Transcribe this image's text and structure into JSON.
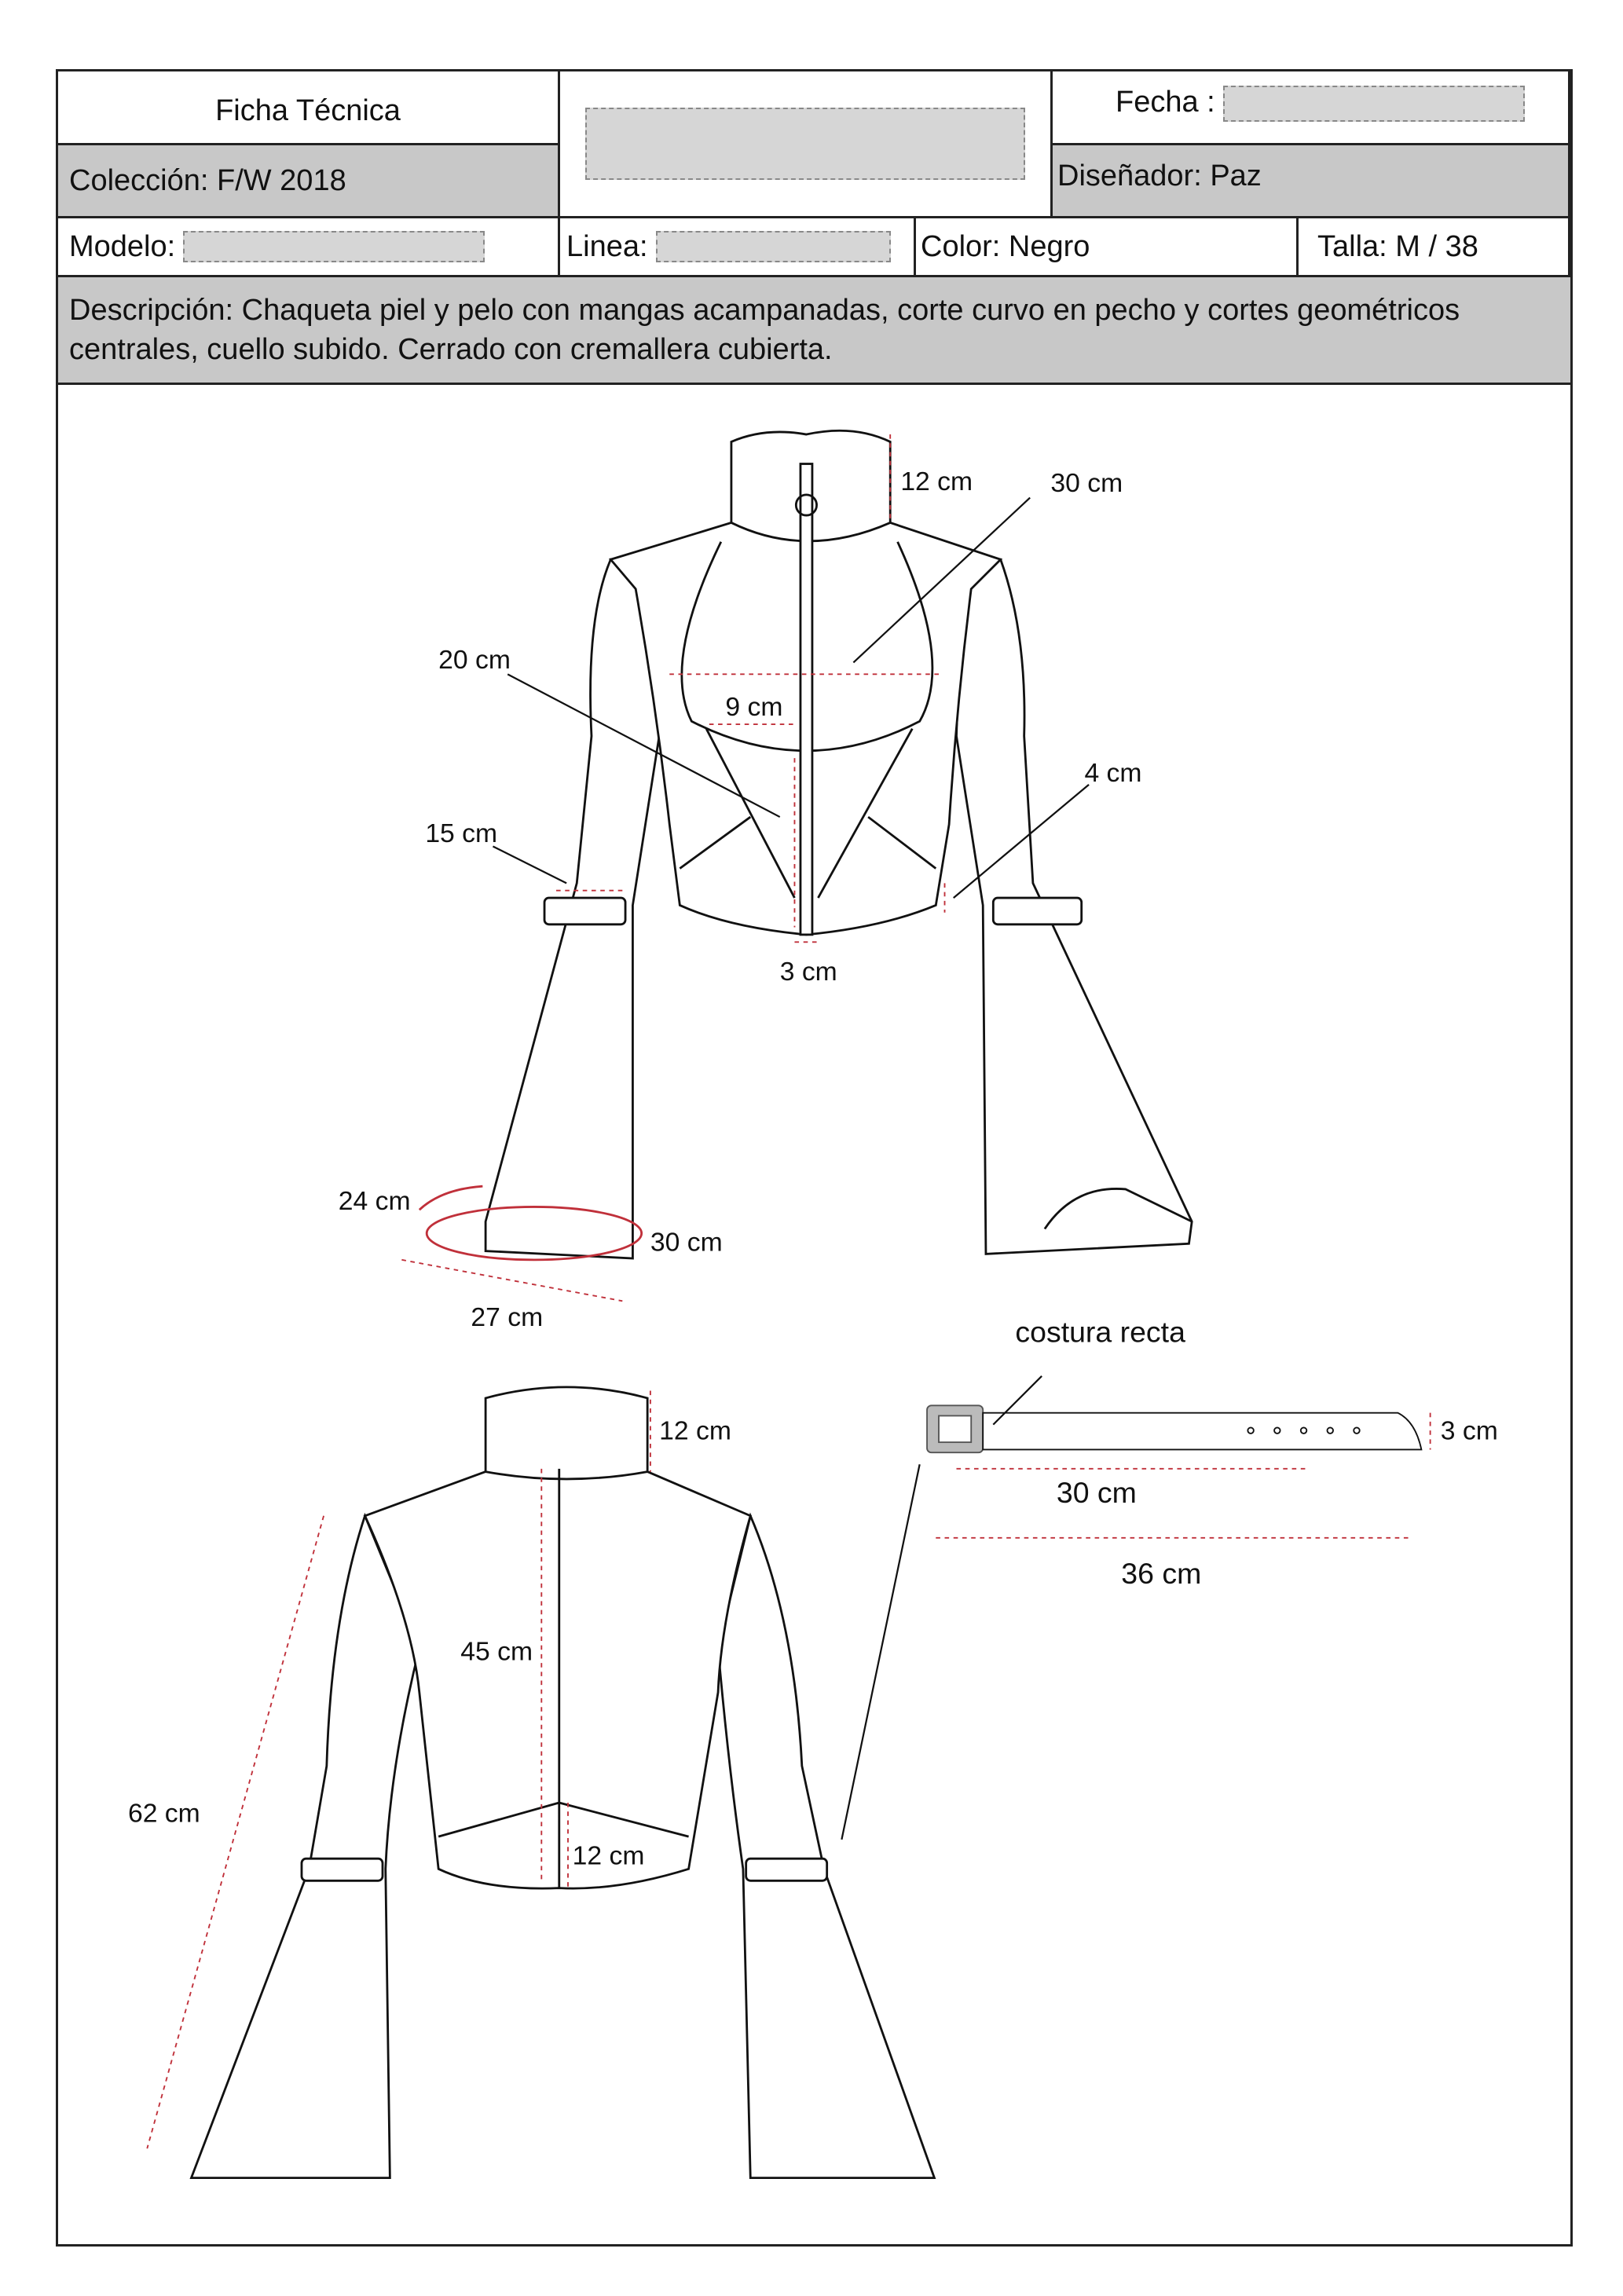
{
  "header": {
    "title": "Ficha Técnica",
    "coleccion": "Colección: F/W 2018",
    "fecha_label": "Fecha :",
    "disenador": "Diseñador: Paz",
    "modelo_label": "Modelo:",
    "linea_label": "Linea:",
    "color": "Color: Negro",
    "talla": "Talla:  M / 38",
    "descripcion": "Descripción:  Chaqueta piel y pelo con mangas acampanadas, corte curvo en pecho y cortes geométricos centrales, cuello subido.  Cerrado con cremallera cubierta."
  },
  "front": {
    "collar": "12 cm",
    "chest": "30 cm",
    "diag": "20 cm",
    "center": "9 cm",
    "hem_side": "4 cm",
    "cuff": "15 cm",
    "zip_bottom": "3 cm",
    "sleeve_in": "24 cm",
    "sleeve_out": "30 cm",
    "sleeve_width": "27 cm"
  },
  "belt": {
    "note": "costura recta",
    "height": "3 cm",
    "inner": "30 cm",
    "total": "36 cm"
  },
  "back": {
    "collar": "12 cm",
    "length": "45 cm",
    "sleeve": "62 cm",
    "hem": "12 cm"
  },
  "colors": {
    "measure": "#c0303a",
    "gray": "#c8c8c8"
  }
}
